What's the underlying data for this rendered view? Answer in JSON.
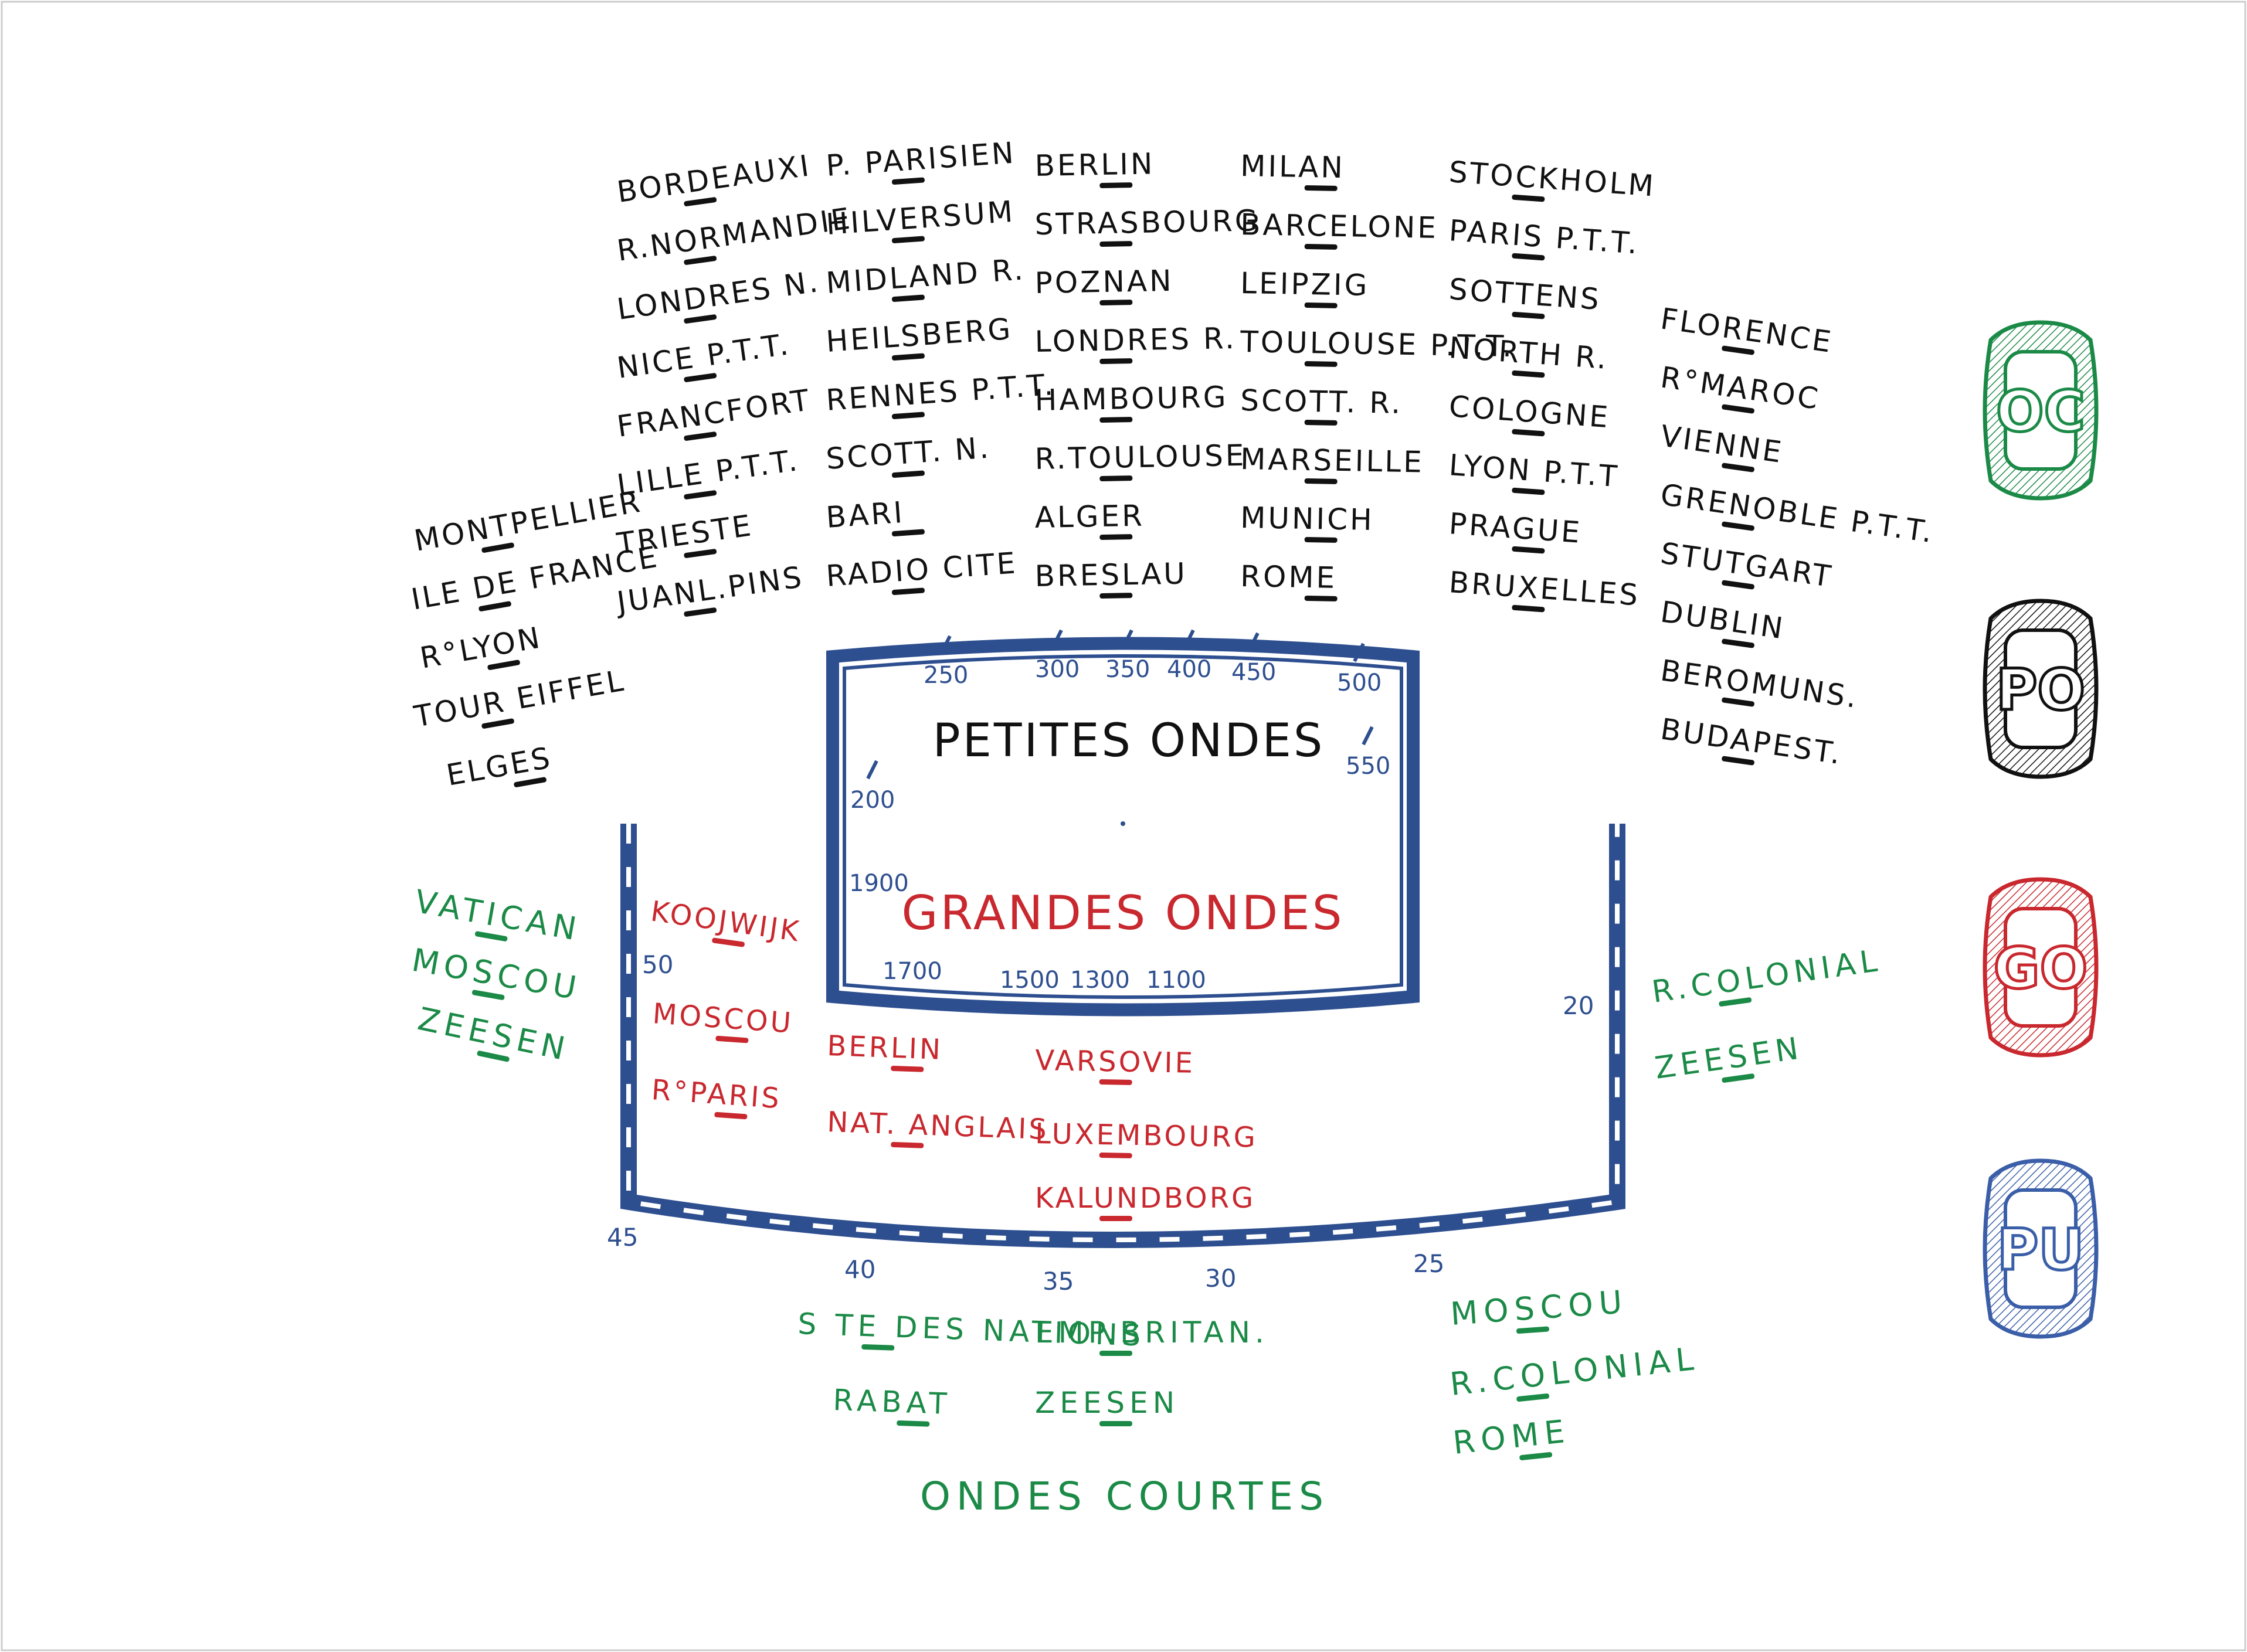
{
  "colors": {
    "black": "#111111",
    "blue": "#2e4f8f",
    "red": "#c8282e",
    "green": "#1b8a47",
    "pu": "#3a5ea8"
  },
  "titles": {
    "petites_ondes": "PETITES ONDES",
    "grandes_ondes": "GRANDES ONDES",
    "ondes_courtes": "ONDES COURTES"
  },
  "po_columns": [
    [
      "BORDEAUXI",
      "R.NORMANDIE",
      "LONDRES N.",
      "NICE P.T.T.",
      "FRANCFORT",
      "LILLE P.T.T.",
      "TRIESTE",
      "JUANL.PINS"
    ],
    [
      "P. PARISIEN",
      "HILVERSUM",
      "MIDLAND R.",
      "HEILSBERG",
      "RENNES P.T.T.",
      "SCOTT. N.",
      "BARI",
      "RADIO CITE"
    ],
    [
      "BERLIN",
      "STRASBOURG",
      "POZNAN",
      "LONDRES R.",
      "HAMBOURG",
      "R.TOULOUSE",
      "ALGER",
      "BRESLAU"
    ],
    [
      "MILAN",
      "BARCELONE",
      "LEIPZIG",
      "TOULOUSE P.T.T.",
      "SCOTT. R.",
      "MARSEILLE",
      "MUNICH",
      "ROME"
    ],
    [
      "STOCKHOLM",
      "PARIS P.T.T.",
      "SOTTENS",
      "NORTH R.",
      "COLOGNE",
      "LYON P.T.T",
      "PRAGUE",
      "BRUXELLES"
    ],
    [
      "FLORENCE",
      "R°MAROC",
      "VIENNE",
      "GRENOBLE P.T.T.",
      "STUTGART",
      "DUBLIN",
      "BEROMUNS.",
      "BUDAPEST."
    ],
    [
      "MONTPELLIER",
      "ILE DE FRANCE",
      "R°LYON",
      "TOUR EIFFEL",
      "ELGES"
    ]
  ],
  "go_stations": [
    "KOOJWIJK",
    "MOSCOU",
    "BERLIN",
    "VARSOVIE",
    "R°PARIS",
    "NAT. ANGLAIS",
    "LUXEMBOURG",
    "KALUNDBORG"
  ],
  "oc_stations_left": [
    "VATICAN",
    "MOSCOU",
    "ZEESEN"
  ],
  "oc_stations_right_top": [
    "R.COLONIAL",
    "ZEESEN"
  ],
  "oc_stations_bottom": [
    "S TE DES NATIONS",
    "EMP.BRITAN.",
    "RABAT",
    "ZEESEN"
  ],
  "oc_stations_right_bottom": [
    "MOSCOU",
    "R.COLONIAL",
    "ROME"
  ],
  "po_scale": [
    "250",
    "300",
    "350",
    "400",
    "450",
    "500",
    "550",
    "200"
  ],
  "go_scale": [
    "1900",
    "1700",
    "1500",
    "1300",
    "1100"
  ],
  "oc_scale": [
    "50",
    "45",
    "40",
    "35",
    "30",
    "25",
    "20"
  ],
  "badges": [
    {
      "label": "OC",
      "color": "green"
    },
    {
      "label": "PO",
      "color": "black"
    },
    {
      "label": "GO",
      "color": "red"
    },
    {
      "label": "PU",
      "color": "pu"
    }
  ]
}
